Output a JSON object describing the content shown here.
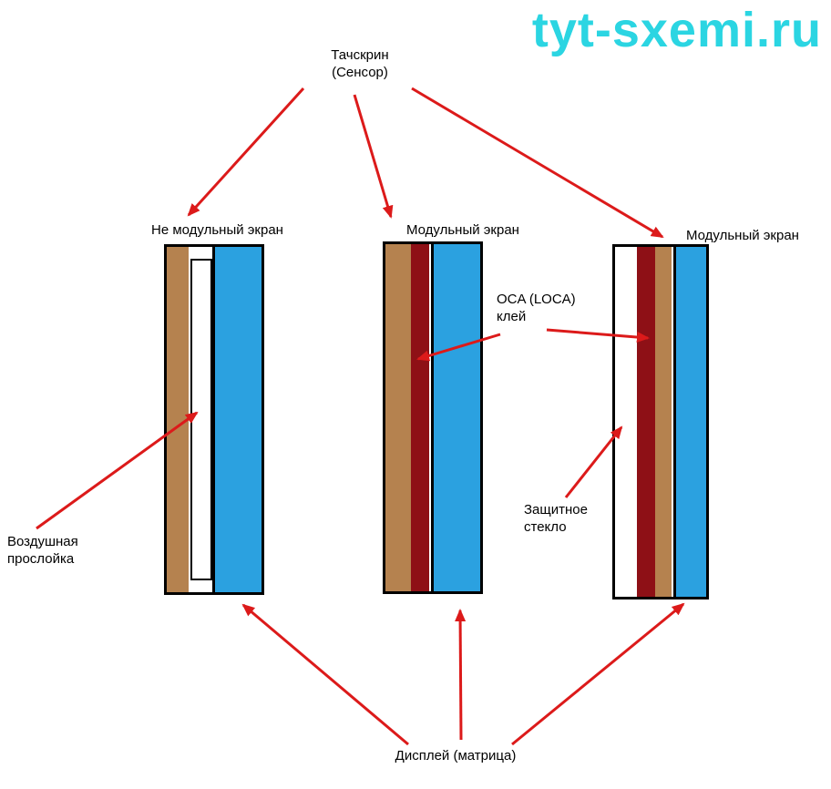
{
  "watermark": {
    "text": "tyt-sxemi.ru"
  },
  "labels": {
    "touchscreen": "Тачскрин\n(Сенсор)",
    "non_modular_screen": "Не модульный экран",
    "modular_screen_middle": "Модульный экран",
    "modular_screen_right": "Модульный экран",
    "oca_glue": "OCA (LOCA)\nклей",
    "protective_glass": "Защитное\nстекло",
    "air_gap": "Воздушная\nпрослойка",
    "display_matrix": "Дисплей (матрица)"
  },
  "colors": {
    "touchscreen_brown": "#b5824f",
    "glue_dark_red": "#8e1016",
    "display_blue": "#2ba1e0",
    "layer_white": "#ffffff",
    "arrow_red": "#dc1a1a",
    "watermark_cyan": "#2bd5e2",
    "outline_black": "#000000"
  },
  "diagram_data": {
    "type": "layer-stack-diagram",
    "stacks": [
      {
        "title": "Не модульный экран",
        "layers": [
          "Тачскрин (Сенсор)",
          "Воздушная прослойка",
          "Дисплей (матрица)"
        ]
      },
      {
        "title": "Модульный экран",
        "layers": [
          "Тачскрин (Сенсор)",
          "OCA (LOCA) клей",
          "Дисплей (матрица)"
        ]
      },
      {
        "title": "Модульный экран",
        "layers": [
          "Защитное стекло",
          "OCA (LOCA) клей",
          "Тачскрин (Сенсор)",
          "Дисплей (матрица)"
        ]
      }
    ]
  }
}
